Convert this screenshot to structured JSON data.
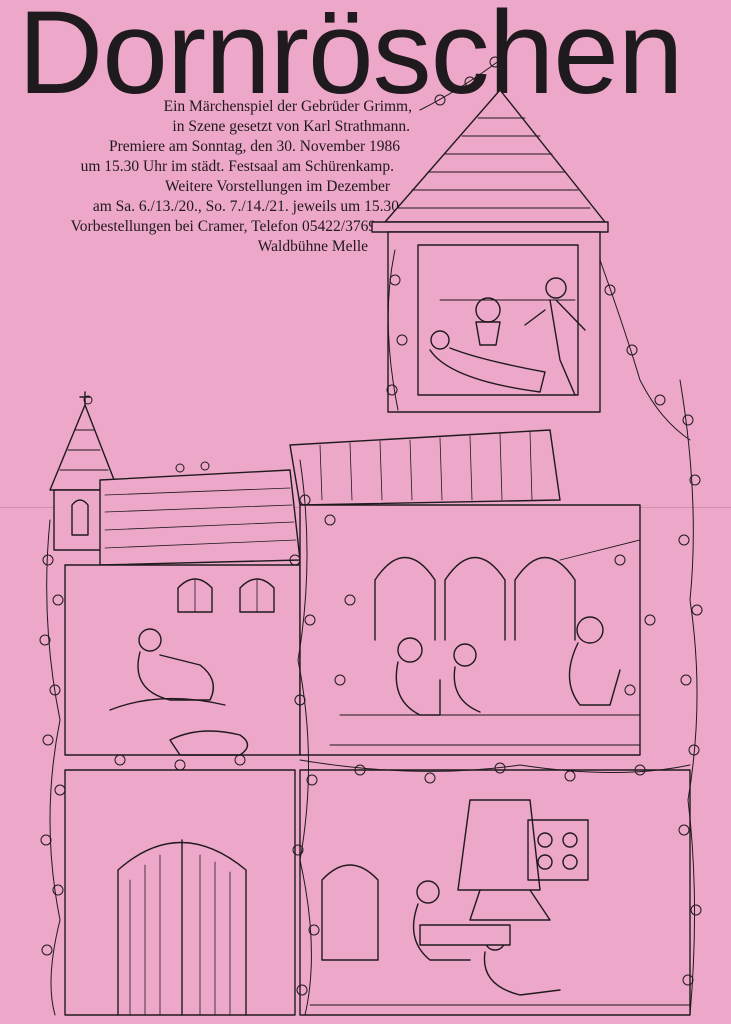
{
  "poster": {
    "title": "Dornröschen",
    "lines": [
      "Ein Märchenspiel der Gebrüder Grimm,",
      "in Szene gesetzt von Karl Strathmann.",
      "Premiere am Sonntag, den 30. November 1986",
      "um 15.30 Uhr im städt. Festsaal am Schürenkamp.",
      "Weitere Vorstellungen im Dezember",
      "am Sa. 6./13./20., So. 7./14./21. jeweils um 15.30 Uhr.",
      "Vorbestellungen bei Cramer, Telefon 05422/3769.",
      "Waldbühne Melle"
    ]
  },
  "colors": {
    "paper": "#eda7c8",
    "ink": "#1f1a1d"
  }
}
